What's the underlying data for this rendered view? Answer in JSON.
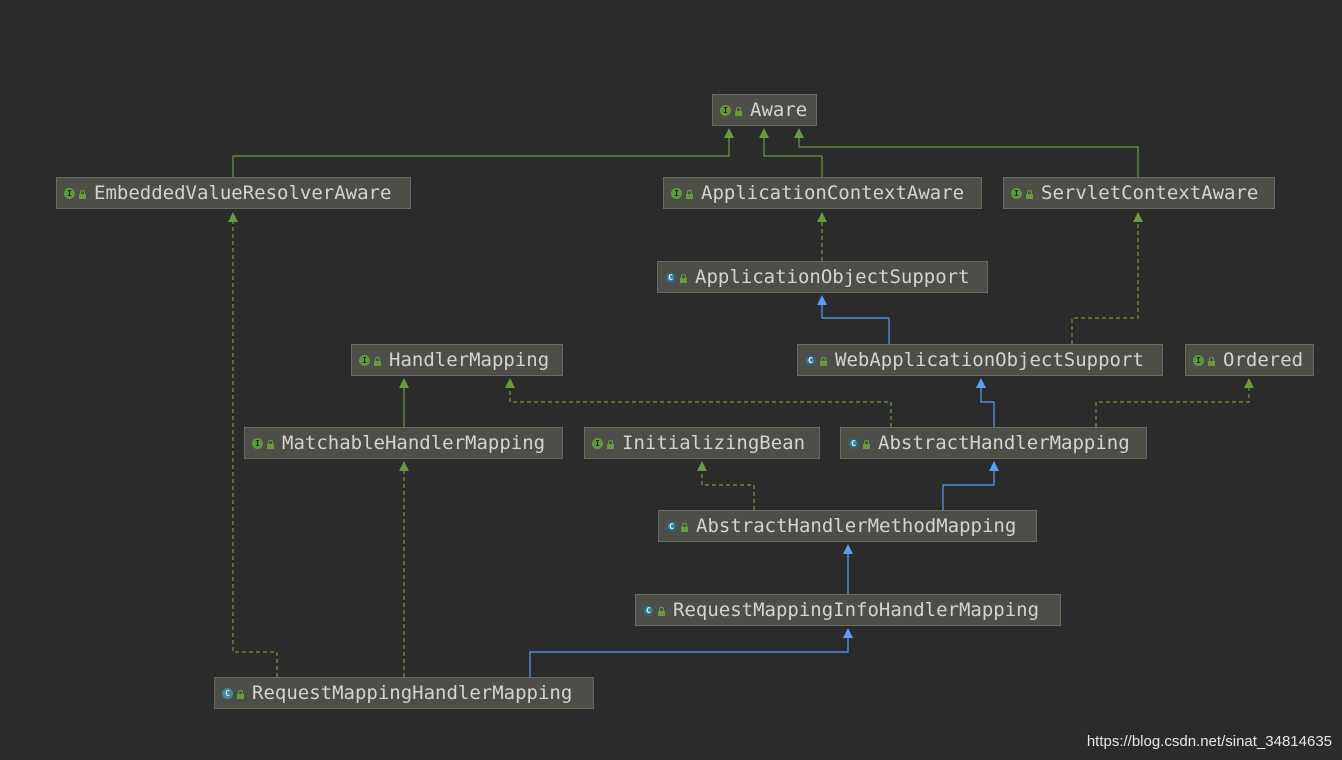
{
  "nodes": [
    {
      "id": "aware",
      "label": "Aware",
      "kind": "interface"
    },
    {
      "id": "embedded",
      "label": "EmbeddedValueResolverAware",
      "kind": "interface"
    },
    {
      "id": "appctx",
      "label": "ApplicationContextAware",
      "kind": "interface"
    },
    {
      "id": "servletctx",
      "label": "ServletContextAware",
      "kind": "interface"
    },
    {
      "id": "appobj",
      "label": "ApplicationObjectSupport",
      "kind": "abstract"
    },
    {
      "id": "handlermapping",
      "label": "HandlerMapping",
      "kind": "interface"
    },
    {
      "id": "webappobj",
      "label": "WebApplicationObjectSupport",
      "kind": "abstract"
    },
    {
      "id": "ordered",
      "label": "Ordered",
      "kind": "interface"
    },
    {
      "id": "matchable",
      "label": "MatchableHandlerMapping",
      "kind": "interface"
    },
    {
      "id": "initbean",
      "label": "InitializingBean",
      "kind": "interface"
    },
    {
      "id": "abshm",
      "label": "AbstractHandlerMapping",
      "kind": "abstract"
    },
    {
      "id": "abshmm",
      "label": "AbstractHandlerMethodMapping",
      "kind": "abstract"
    },
    {
      "id": "rmihm",
      "label": "RequestMappingInfoHandlerMapping",
      "kind": "abstract"
    },
    {
      "id": "rmhm",
      "label": "RequestMappingHandlerMapping",
      "kind": "class"
    }
  ],
  "edges": [
    {
      "from": "embedded",
      "to": "aware",
      "type": "extends-interface"
    },
    {
      "from": "appctx",
      "to": "aware",
      "type": "extends-interface"
    },
    {
      "from": "servletctx",
      "to": "aware",
      "type": "extends-interface"
    },
    {
      "from": "appobj",
      "to": "appctx",
      "type": "implements"
    },
    {
      "from": "webappobj",
      "to": "appobj",
      "type": "extends-class"
    },
    {
      "from": "webappobj",
      "to": "servletctx",
      "type": "implements"
    },
    {
      "from": "matchable",
      "to": "handlermapping",
      "type": "extends-interface"
    },
    {
      "from": "abshm",
      "to": "handlermapping",
      "type": "implements"
    },
    {
      "from": "abshm",
      "to": "webappobj",
      "type": "extends-class"
    },
    {
      "from": "abshm",
      "to": "ordered",
      "type": "implements"
    },
    {
      "from": "abshmm",
      "to": "initbean",
      "type": "implements"
    },
    {
      "from": "abshmm",
      "to": "abshm",
      "type": "extends-class"
    },
    {
      "from": "rmihm",
      "to": "abshmm",
      "type": "extends-class"
    },
    {
      "from": "rmhm",
      "to": "rmihm",
      "type": "extends-class"
    },
    {
      "from": "rmhm",
      "to": "matchable",
      "type": "implements"
    },
    {
      "from": "rmhm",
      "to": "embedded",
      "type": "implements"
    }
  ],
  "colors": {
    "background": "#2b2b2b",
    "node_fill": "#4e4e48",
    "node_border": "#6a6a64",
    "interface_edge": "#6a9a40",
    "class_edge": "#589df6",
    "label_text": "#d3d3d3"
  },
  "watermark": "https://blog.csdn.net/sinat_34814635"
}
